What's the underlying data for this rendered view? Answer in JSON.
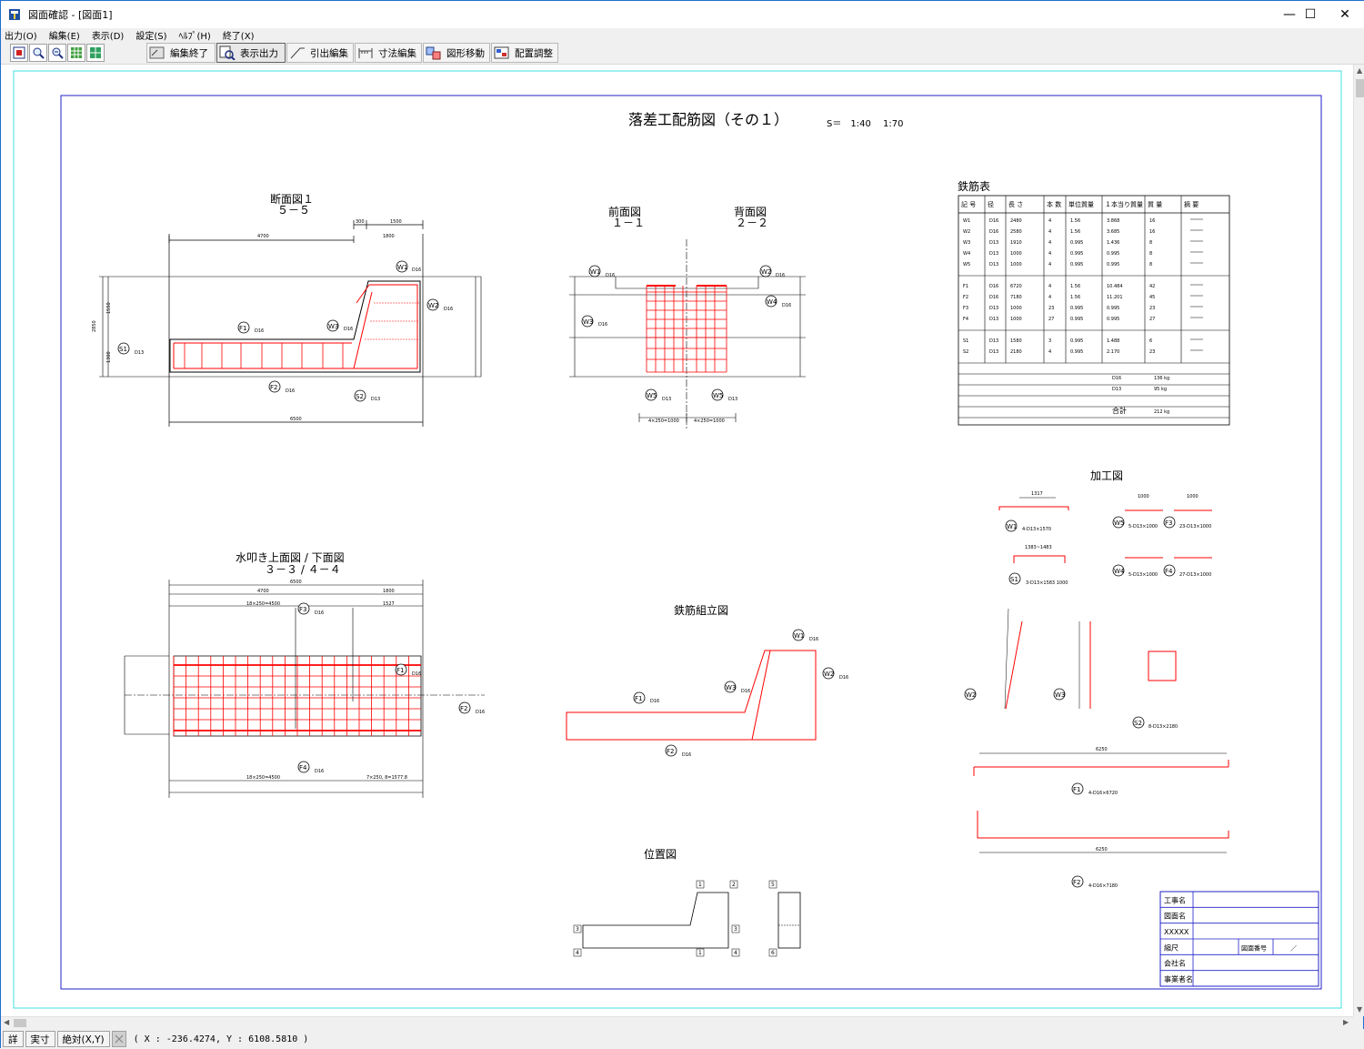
{
  "window": {
    "title": "図面確認 - [図面1]",
    "minimize": "—",
    "maximize": "☐",
    "close": "✕"
  },
  "menu": [
    {
      "label": "出力(O)"
    },
    {
      "label": "編集(E)"
    },
    {
      "label": "表示(D)"
    },
    {
      "label": "設定(S)"
    },
    {
      "label": "ﾍﾙﾌﾟ(H)"
    },
    {
      "label": "終了(X)"
    }
  ],
  "toolbar": {
    "icon_buttons": [
      "zoom-fit-icon",
      "zoom-in-icon",
      "zoom-out-icon",
      "layout-grid-icon",
      "layout-grid-alt-icon"
    ],
    "buttons": [
      {
        "label": "編集終了",
        "icon": "edit-end-icon",
        "active": false
      },
      {
        "label": "表示出力",
        "icon": "display-output-icon",
        "active": true
      },
      {
        "label": "引出編集",
        "icon": "leader-edit-icon",
        "active": false
      },
      {
        "label": "寸法編集",
        "icon": "dimension-edit-icon",
        "active": false
      },
      {
        "label": "図形移動",
        "icon": "shape-move-icon",
        "active": false
      },
      {
        "label": "配置調整",
        "icon": "layout-adjust-icon",
        "active": false
      }
    ]
  },
  "drawing": {
    "title": "落差工配筋図（その１）",
    "scale": "S＝　1:40　 1:70",
    "views": {
      "section": {
        "title": "断面図１",
        "sub": "５－５"
      },
      "front": {
        "title": "前面図",
        "sub": "１－１"
      },
      "back": {
        "title": "背面図",
        "sub": "２－２"
      },
      "apron": {
        "title": "水叩き上面図 / 下面図",
        "sub": "３－３ / ４－４"
      },
      "assembly": {
        "title": "鉄筋組立図"
      },
      "position": {
        "title": "位置図"
      },
      "processing": {
        "title": "加工図"
      },
      "rebar_table": {
        "title": "鉄筋表"
      }
    },
    "rebar_table": {
      "headers": [
        "記 号",
        "径",
        "長 さ",
        "本 数",
        "単位質量",
        "１本当り質量",
        "質 量",
        "摘 要"
      ],
      "rows": [
        [
          "W1",
          "D16",
          "2480",
          "4",
          "1.56",
          "3.868",
          "16"
        ],
        [
          "W2",
          "D16",
          "2580",
          "4",
          "1.56",
          "3.685",
          "16"
        ],
        [
          "W3",
          "D13",
          "1910",
          "4",
          "0.995",
          "1.436",
          "8"
        ],
        [
          "W4",
          "D13",
          "1000",
          "4",
          "0.995",
          "0.995",
          "8"
        ],
        [
          "W5",
          "D13",
          "1000",
          "4",
          "0.995",
          "0.995",
          "8"
        ],
        [
          "F1",
          "D16",
          "6720",
          "4",
          "1.56",
          "10.484",
          "42"
        ],
        [
          "F2",
          "D16",
          "7180",
          "4",
          "1.56",
          "11.201",
          "45"
        ],
        [
          "F3",
          "D13",
          "1000",
          "23",
          "0.995",
          "0.995",
          "23"
        ],
        [
          "F4",
          "D13",
          "1000",
          "27",
          "0.995",
          "0.995",
          "27"
        ],
        [
          "S1",
          "D13",
          "1580",
          "3",
          "0.995",
          "1.488",
          "6"
        ],
        [
          "S2",
          "D13",
          "2180",
          "4",
          "0.995",
          "2.170",
          "23"
        ]
      ],
      "totals": [
        {
          "dia": "D16",
          "mass": "136 kg"
        },
        {
          "dia": "D13",
          "mass": "95 kg"
        }
      ],
      "grand_total_label": "合計",
      "grand_total": "212 kg"
    },
    "title_block": [
      {
        "label": "工事名",
        "value": ""
      },
      {
        "label": "図面名",
        "value": ""
      },
      {
        "label": "XXXXX",
        "value": ""
      },
      {
        "label": "縮尺",
        "value": "",
        "extra_label": "図面番号",
        "extra_value": "／"
      },
      {
        "label": "会社名",
        "value": ""
      },
      {
        "label": "事業者名",
        "value": ""
      }
    ],
    "dims": {
      "sec_total": "6500",
      "sec_left": "4700",
      "sec_top_a": "300",
      "sec_top_b": "1500",
      "sec_top_c": "1800",
      "sec_height": "2850",
      "sec_h1": "1550",
      "sec_h2": "1300",
      "apron_total": "6500",
      "apron_left": "4700",
      "apron_right": "1800",
      "apron_mid_a": "18×250=4500",
      "apron_mid_b": "1527",
      "apron_bot_a": "18×250=4500",
      "apron_bot_b": "7×250, 8=1577.8",
      "front_bot_a": "4×250=1000",
      "front_bot_b": "4×250=1000",
      "w1_len": "1317",
      "w5_len": "1000",
      "f3_len": "1000",
      "s1_len": "1383~1483",
      "f1_len": "6250",
      "f2_len": "6250"
    },
    "bar_labels": {
      "w1": "W1",
      "w2": "W2",
      "w3": "W3",
      "w4": "W4",
      "w5": "W5",
      "f1": "F1",
      "f2": "F2",
      "f3": "F3",
      "f4": "F4",
      "s1": "S1",
      "s2": "S2",
      "d13": "D13",
      "d16": "D16",
      "note_w1": "4-D13×1570",
      "note_w5": "5-D13×1000",
      "note_f3": "23-D13×1000",
      "note_w4": "5-D13×1000",
      "note_f4": "27-D13×1000",
      "note_s1": "3-D13×1583 1000",
      "note_f1": "4-D16×6720",
      "note_f2": "4-D16×7180",
      "note_s2": "8-D13×2180"
    },
    "position_marks": [
      "1",
      "2",
      "3",
      "3",
      "4",
      "1",
      "4",
      "5",
      "6"
    ]
  },
  "statusbar": {
    "detail": "詳",
    "actual": "実寸",
    "absolute": "絶対(X,Y)",
    "coords": "( X : -236.4274, Y : 6108.5810 )"
  },
  "colors": {
    "accent": "#1f6fd0",
    "rebar_red": "#ff0000",
    "frame_blue": "#2020c8",
    "frame_cyan": "#40e0e0"
  }
}
